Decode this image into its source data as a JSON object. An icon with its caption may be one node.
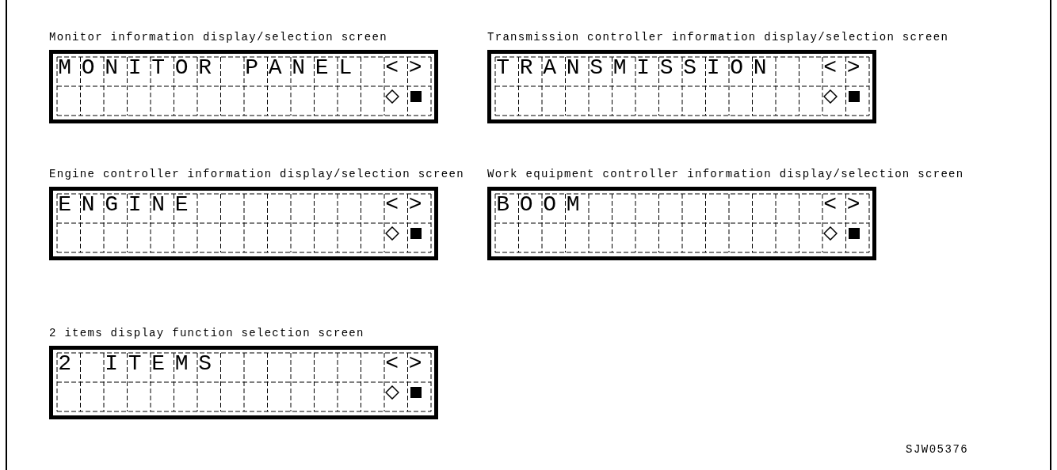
{
  "diagram": {
    "nodes": [
      {
        "text": [
          "Monitor information display/selection screen",
          "MONITOR PANEL",
          "<",
          ">"
        ]
      },
      {
        "text": [
          "Transmission controller information display/selection screen",
          "TRANSMISSION",
          "<",
          ">"
        ]
      },
      {
        "text": [
          "Engine controller information display/selection screen",
          "ENGINE",
          "<",
          ">"
        ]
      },
      {
        "text": [
          "Work equipment controller information display/selection screen",
          "BOOM",
          "<",
          ">"
        ]
      },
      {
        "text": [
          "2 items display function selection screen",
          "2 ITEMS",
          "<",
          ">"
        ]
      }
    ],
    "labels": [
      "SJW05376"
    ]
  }
}
